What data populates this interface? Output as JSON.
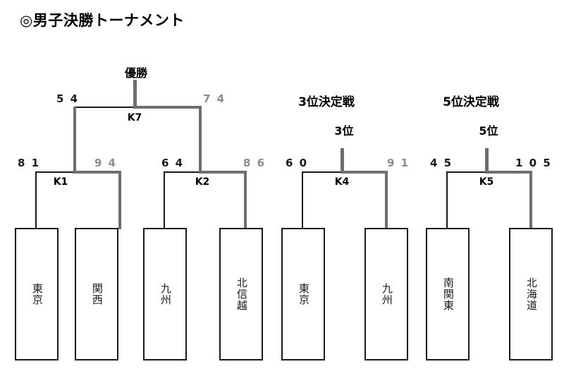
{
  "title": "◎男子決勝トーナメント",
  "sections": [
    {
      "id": "main",
      "header": ""
    },
    {
      "id": "third",
      "header": "3位決定戦"
    },
    {
      "id": "fifth",
      "header": "5位決定戦"
    }
  ],
  "result_labels": {
    "champion": "優勝",
    "third": "3位",
    "fifth": "5位"
  },
  "matches": [
    {
      "code": "K1",
      "left_score": "8 1",
      "right_score": "9 4",
      "winner": "right"
    },
    {
      "code": "K2",
      "left_score": "6 4",
      "right_score": "8 6",
      "winner": "right"
    },
    {
      "code": "K7",
      "left_score": "5 4",
      "right_score": "7 4",
      "winner": "right"
    },
    {
      "code": "K4",
      "left_score": "6 0",
      "right_score": "9 1",
      "winner": "right"
    },
    {
      "code": "K5",
      "left_score": "4 5",
      "right_score": "1 0 5",
      "winner": "right"
    }
  ],
  "teams": [
    {
      "name": "東京"
    },
    {
      "name": "関西"
    },
    {
      "name": "九州"
    },
    {
      "name": "北信越"
    },
    {
      "name": "東京"
    },
    {
      "name": "九州"
    },
    {
      "name": "南関東"
    },
    {
      "name": "北海道"
    }
  ],
  "colors": {
    "line": "#1a1a1a",
    "winner_line": "#6e6e6e",
    "loser_score": "#8c8c8c",
    "winner_score": "#1a1a1a",
    "background": "#ffffff"
  }
}
